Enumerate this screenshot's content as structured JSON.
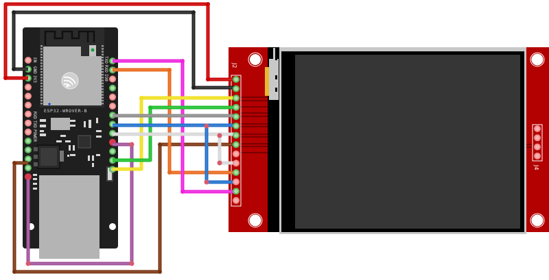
{
  "diagram": {
    "title": "ESP32-WROVER-B to SPI TFT display wiring",
    "colors": {
      "background": "#ffffff",
      "esp_board": "#1f1f1f",
      "module_can": "#b4b4b4",
      "tft_pcb": "#b30000",
      "screen_frame": "#c8c8c8",
      "screen_glass": "#363636",
      "flex_connector": "#e8b830",
      "pin_connected": "#5cb85c",
      "pin_unconnected": "#f28c8c"
    },
    "esp32": {
      "module_label": "ESP32-WROVER-B",
      "left_pin_labels": [
        "EN",
        "GND",
        "3V3"
      ],
      "left_lower_labels": [
        "RXD",
        "TXD",
        "POWER"
      ],
      "right_pin_labels": [
        "TXD",
        "RXD",
        "IO0"
      ],
      "left_pins": [
        "EN",
        "GND",
        "3V3",
        "",
        "",
        "",
        "",
        "",
        "",
        "",
        "",
        "",
        "",
        ""
      ],
      "left_pin_state": [
        "open",
        "gnd",
        "vcc",
        "open",
        "open",
        "open",
        "open",
        "open",
        "ok",
        "ok",
        "ok",
        "wire",
        "wire-open"
      ],
      "right_pin_state": [
        "wire",
        "wire",
        "open",
        "ok",
        "open",
        "open",
        "wire",
        "wire",
        "wire",
        "wire-open",
        "wire",
        "wire",
        "ok"
      ]
    },
    "tft": {
      "header_j2_label": "J2",
      "header_j4_label": "J4",
      "j2_pin_count": 14,
      "j4_pin_count": 4,
      "j2_pin_state": [
        "wire",
        "wire",
        "wire",
        "wire",
        "wire",
        "wire",
        "wire",
        "wire",
        "open",
        "open",
        "wire",
        "open",
        "wire",
        "open"
      ]
    },
    "wires": [
      {
        "name": "vcc",
        "color": "#cc0000",
        "from": "ESP32 3V3",
        "to": "TFT J2 pin 1"
      },
      {
        "name": "gnd",
        "color": "#222222",
        "from": "ESP32 GND",
        "to": "TFT J2 pin 2"
      },
      {
        "name": "yellow",
        "color": "#f0e020",
        "from": "ESP32 right pin 12",
        "to": "TFT J2 pin 3"
      },
      {
        "name": "green",
        "color": "#1cbf2c",
        "from": "ESP32 right pin 11",
        "to": "TFT J2 pin 4"
      },
      {
        "name": "gray",
        "color": "#8c8c8c",
        "from": "ESP32 right pin 7",
        "to": "TFT J2 pin 5"
      },
      {
        "name": "blue-1",
        "color": "#1f6fcc",
        "from": "ESP32 right pin 8",
        "to": "TFT J2 pin 6"
      },
      {
        "name": "white",
        "color": "#d8d8d8",
        "from": "ESP32 right pin 9",
        "to": "TFT J2 pin 7"
      },
      {
        "name": "brown",
        "color": "#7a3410",
        "from": "ESP32 left pin 12",
        "to": "TFT J2 pin 8"
      },
      {
        "name": "white-jumper",
        "color": "#d8d8d8",
        "from": "TFT J2 pin 7",
        "to": "TFT J2 pin 10"
      },
      {
        "name": "orange",
        "color": "#e8691c",
        "from": "ESP32 RXD",
        "to": "TFT J2 pin 11"
      },
      {
        "name": "blue-jumper",
        "color": "#1f6fcc",
        "from": "TFT J2 pin 6",
        "to": "TFT J2 pin 12"
      },
      {
        "name": "magenta",
        "color": "#ee22dd",
        "from": "ESP32 TXD",
        "to": "TFT J2 pin 13"
      },
      {
        "name": "purple",
        "color": "#a0509a",
        "from": "ESP32 left pin 13",
        "to": "ESP32 right pin 10"
      }
    ]
  }
}
